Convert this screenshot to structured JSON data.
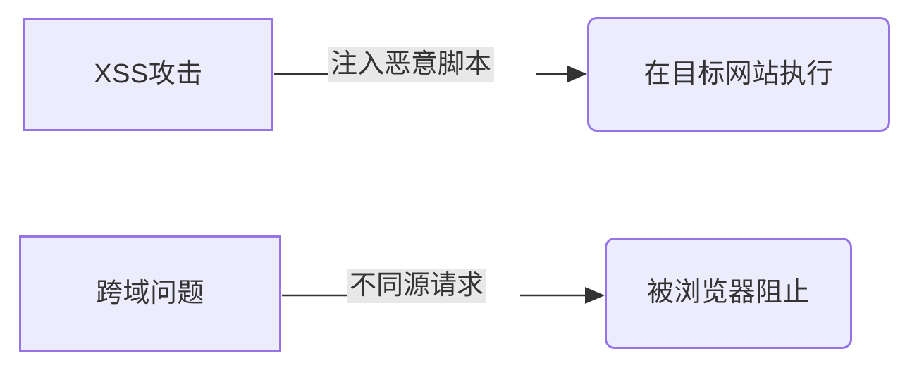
{
  "diagram": {
    "type": "flowchart",
    "direction": "left-to-right",
    "background_color": "#ffffff",
    "node_fill_color": "#ececfc",
    "node_border_color": "#9673e6",
    "node_text_color": "#333333",
    "edge_color": "#333333",
    "edge_label_background": "#e8e8e8"
  },
  "nodes": [
    {
      "id": "xss",
      "label": "XSS攻击",
      "shape": "rectangle",
      "row": 1,
      "column": "left"
    },
    {
      "id": "exec",
      "label": "在目标网站执行",
      "shape": "rounded-rectangle",
      "row": 1,
      "column": "right"
    },
    {
      "id": "cors",
      "label": "跨域问题",
      "shape": "rectangle",
      "row": 2,
      "column": "left"
    },
    {
      "id": "blocked",
      "label": "被浏览器阻止",
      "shape": "rounded-rectangle",
      "row": 2,
      "column": "right"
    }
  ],
  "edges": [
    {
      "id": "edge-1",
      "from": "xss",
      "to": "exec",
      "label": "注入恶意脚本",
      "arrow": "single-arrow-right"
    },
    {
      "id": "edge-2",
      "from": "cors",
      "to": "blocked",
      "label": "不同源请求",
      "arrow": "single-arrow-right"
    }
  ]
}
